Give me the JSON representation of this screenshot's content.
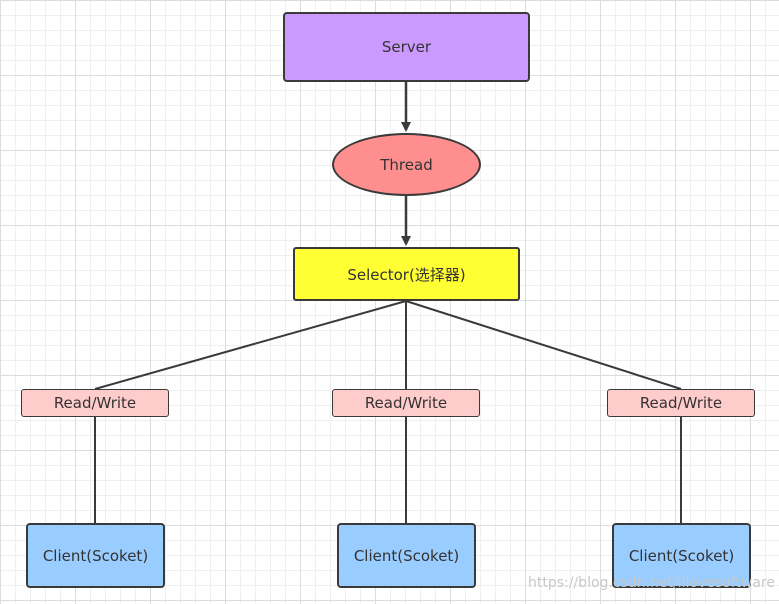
{
  "nodes": {
    "server": {
      "label": "Server",
      "color": "#cc99ff"
    },
    "thread": {
      "label": "Thread",
      "color": "#ff8f8f"
    },
    "selector": {
      "label": "Selector(选择器)",
      "color": "#ffff33"
    },
    "read_write": [
      {
        "label": "Read/Write",
        "color": "#ffcccc"
      },
      {
        "label": "Read/Write",
        "color": "#ffcccc"
      },
      {
        "label": "Read/Write",
        "color": "#ffcccc"
      }
    ],
    "clients": [
      {
        "label": "Client(Scoket)",
        "color": "#99ccff"
      },
      {
        "label": "Client(Scoket)",
        "color": "#99ccff"
      },
      {
        "label": "Client(Scoket)",
        "color": "#99ccff"
      }
    ]
  },
  "edges": [
    {
      "from": "Server",
      "to": "Thread",
      "arrow": true
    },
    {
      "from": "Thread",
      "to": "Selector(选择器)",
      "arrow": true
    },
    {
      "from": "Selector(选择器)",
      "to": "Read/Write",
      "arrow": false
    },
    {
      "from": "Selector(选择器)",
      "to": "Read/Write",
      "arrow": false
    },
    {
      "from": "Selector(选择器)",
      "to": "Read/Write",
      "arrow": false
    },
    {
      "from": "Read/Write",
      "to": "Client(Scoket)",
      "arrow": false
    },
    {
      "from": "Read/Write",
      "to": "Client(Scoket)",
      "arrow": false
    },
    {
      "from": "Read/Write",
      "to": "Client(Scoket)",
      "arrow": false
    }
  ],
  "watermark": "https://blog.csdn.net/lllovesoftware"
}
